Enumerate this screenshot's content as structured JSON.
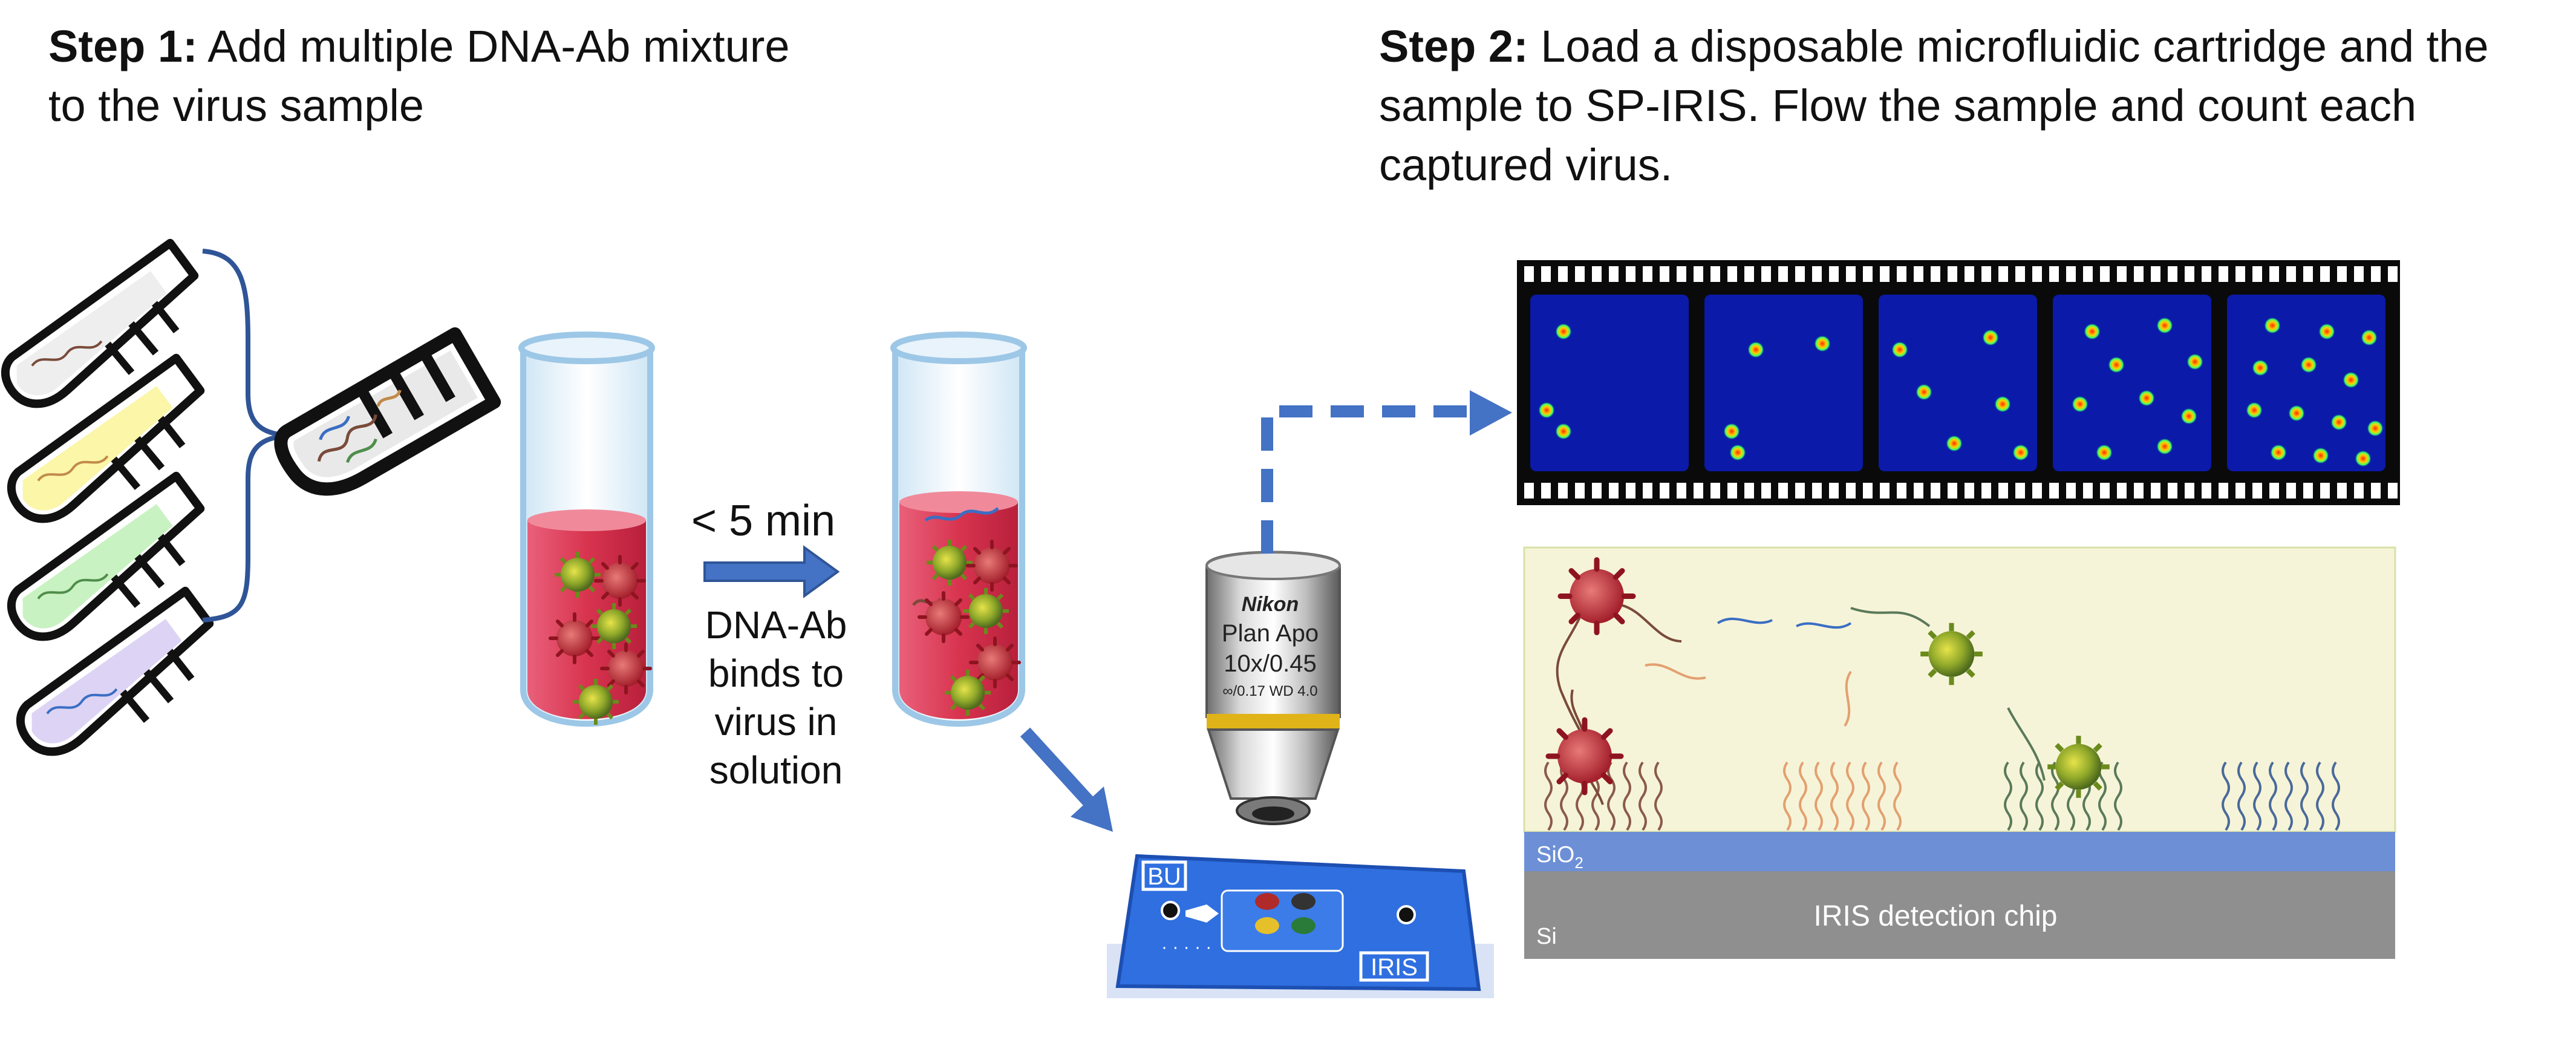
{
  "step1": {
    "label": "Step 1:",
    "text": "Add multiple DNA-Ab mixture to the virus sample"
  },
  "step2": {
    "label": "Step 2:",
    "text": "Load a disposable microfluidic cartridge and the sample to SP-IRIS. Flow the sample and count each captured virus."
  },
  "incubation": {
    "time": "< 5 min",
    "line1": "DNA-Ab",
    "line2": "binds to",
    "line3": "virus in",
    "line4": "solution"
  },
  "objective": {
    "brand": "Nikon",
    "model": "Plan Apo",
    "mag": "10x/0.45",
    "specs": "∞/0.17  WD 4.0"
  },
  "cartridge": {
    "logo_top": "BU",
    "logo_bottom": "IRIS"
  },
  "chip": {
    "sio2_label": "SiO",
    "sio2_sub": "2",
    "si_label": "Si",
    "name": "IRIS detection chip"
  },
  "colors": {
    "arrow_blue": "#4472c4",
    "tube_outline": "#111111",
    "blood_red": "#d8344f",
    "chip_blue": "#6c8fd6",
    "chip_gray": "#8f8f8f",
    "surface_bg": "#f6f4d8",
    "frame_bg": "#0b1aa8"
  }
}
